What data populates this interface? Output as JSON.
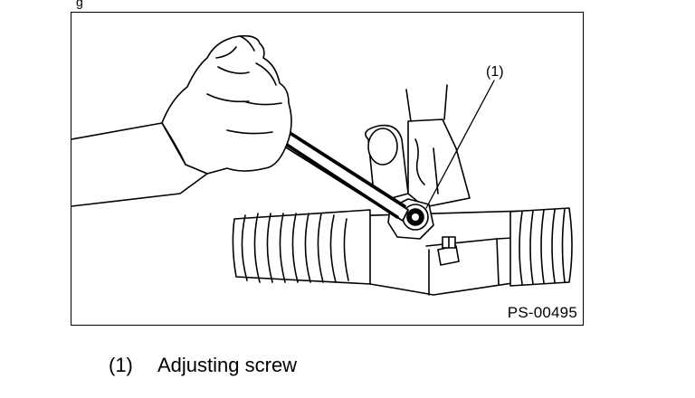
{
  "top_fragment": "g",
  "figure": {
    "callout_label": "(1)",
    "figure_code": "PS-00495"
  },
  "legend": {
    "items": [
      {
        "number": "(1)",
        "text": "Adjusting screw"
      }
    ]
  }
}
